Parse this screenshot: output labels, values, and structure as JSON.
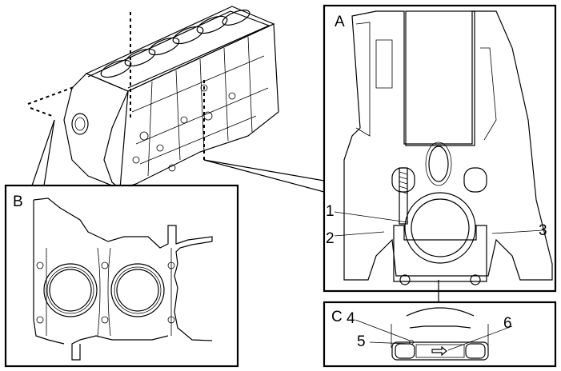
{
  "diagram": {
    "subject": "Engine cylinder block with detail views",
    "views": {
      "A": {
        "label": "A",
        "description": "Cross-section end view of block with main bearing cap"
      },
      "B": {
        "label": "B",
        "description": "Top deck view of cylinder bores"
      },
      "C": {
        "label": "C",
        "description": "Bottom view of main bearing cap with direction arrow"
      }
    },
    "callouts": [
      {
        "number": "1",
        "view": "A"
      },
      {
        "number": "2",
        "view": "A"
      },
      {
        "number": "3",
        "view": "A"
      },
      {
        "number": "4",
        "view": "C"
      },
      {
        "number": "5",
        "view": "C"
      },
      {
        "number": "6",
        "view": "C"
      }
    ]
  }
}
